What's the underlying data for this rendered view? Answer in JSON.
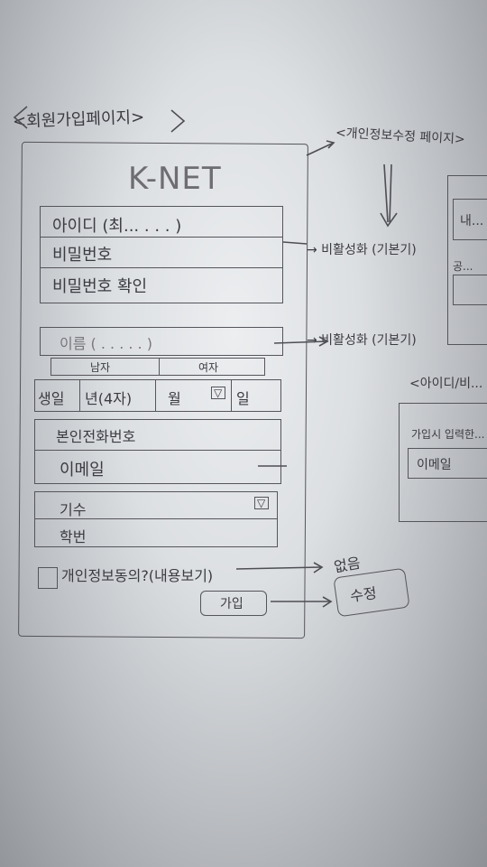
{
  "page": {
    "title": "<회원가입페이지>",
    "brand": "K-NET"
  },
  "account": {
    "id_field": "아이디 (최...  . . . )",
    "password_field": "비밀번호",
    "password_confirm": "비밀번호 확인",
    "note": "→ 비활성화 (기본기)"
  },
  "profile": {
    "name_field": "이름  ( . . .  . . )",
    "name_note": "→ 비활성화 (기본기)",
    "gender": {
      "male": "남자",
      "female": "여자"
    },
    "birth_label": "생일",
    "birth_year": "년(4자)",
    "birth_month": "월",
    "birth_day": "일",
    "phone_field": "본인전화번호",
    "email_field": "이메일"
  },
  "cohort": {
    "generation_field": "기수",
    "student_id_field": "학번"
  },
  "agreement": {
    "label": "개인정보동의?(내용보기)",
    "result": "없음"
  },
  "signup": {
    "button_label": "가입",
    "result": "수정"
  },
  "side": {
    "privacy_page": "<개인정보수정 페이지>",
    "side_item_1": "내...",
    "side_item_2": "공...",
    "find_page": "<아이디/비...",
    "find_item_1": "가입시 입력한...",
    "find_item_2": "이메일"
  }
}
